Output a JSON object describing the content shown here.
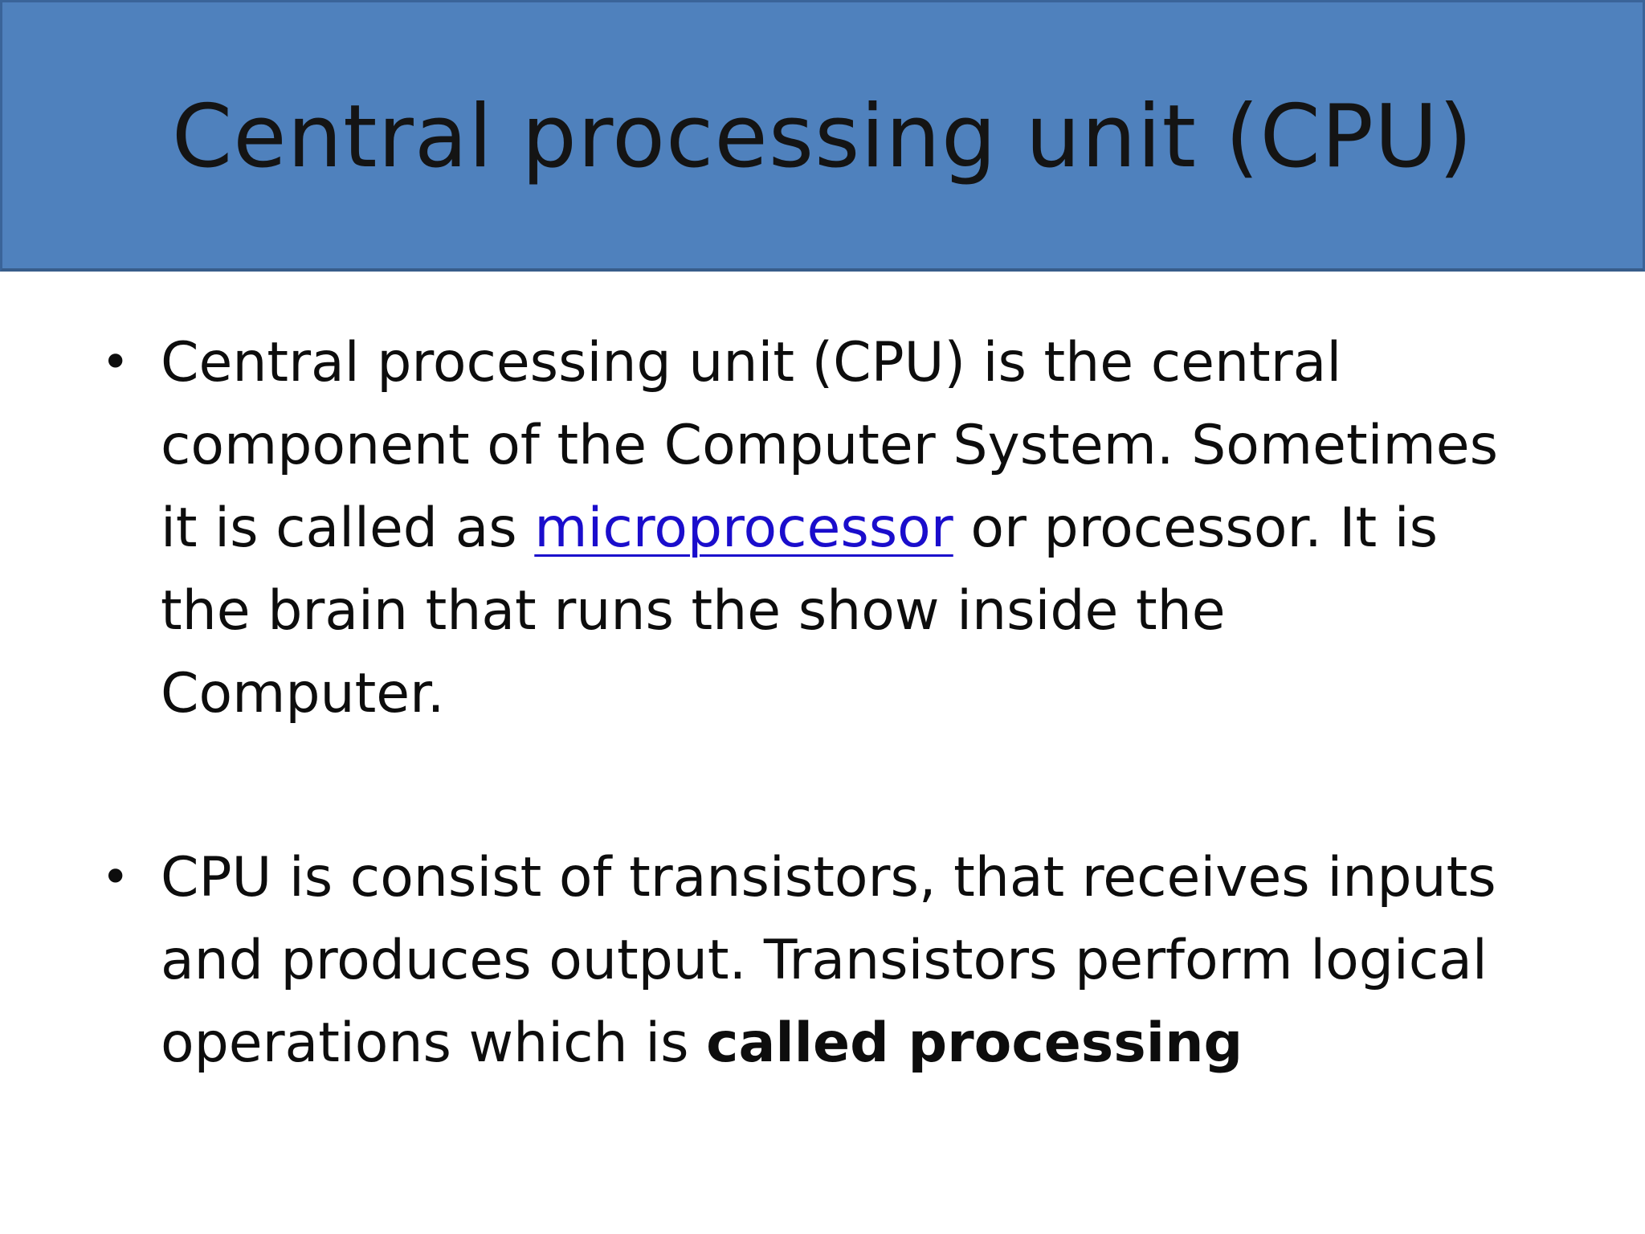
{
  "slide": {
    "title": "Central processing unit (CPU)",
    "bullet_marker": "•",
    "bullet1": {
      "line1": "Central processing unit (CPU) is the central",
      "line2": "component of the Computer System. Sometimes",
      "line3_before_link": "it is called as ",
      "link_text": "microprocessor",
      "line3_after_link": " or processor. It is",
      "line4": "the brain that runs the show inside the",
      "line5": "Computer."
    },
    "bullet2": {
      "line1": "CPU is consist of transistors, that receives inputs",
      "line2": "and produces output. Transistors perform logical",
      "line3_normal": "operations which is ",
      "line3_bold": "called processing"
    }
  },
  "colors": {
    "title_bar": "#4f81bd",
    "title_text": "#141414",
    "body_text": "#0d0d0d",
    "link": "#1a0dcc",
    "background": "#ffffff"
  }
}
